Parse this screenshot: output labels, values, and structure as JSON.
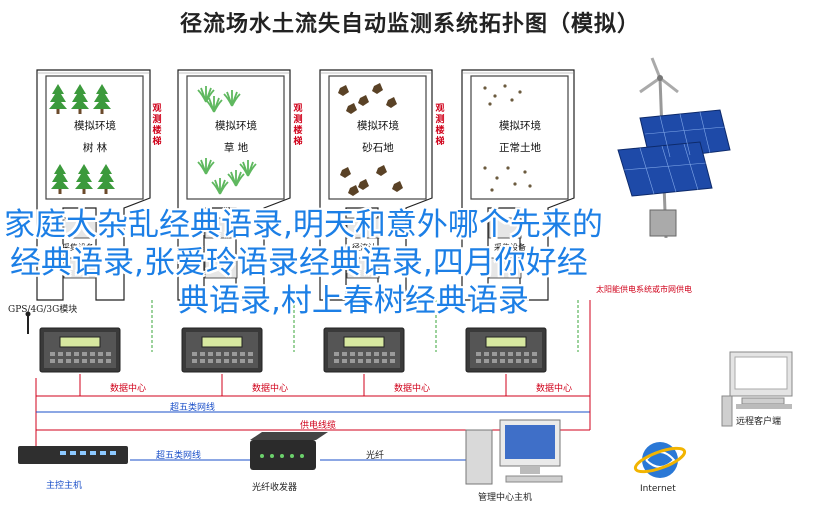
{
  "diagram": {
    "title": "径流场水土流失自动监测系统拓扑图（模拟）",
    "plots": [
      {
        "env": "模拟环境",
        "type": "树 林",
        "station": "观测楼梯"
      },
      {
        "env": "模拟环境",
        "type": "草 地",
        "station": "观测楼梯"
      },
      {
        "env": "模拟环境",
        "type": "砂石地",
        "station": "观测楼梯"
      },
      {
        "env": "模拟环境",
        "type": "正常土地",
        "station": ""
      }
    ],
    "sensor_labels": [
      "采集设备",
      "径流计",
      "采集设备"
    ],
    "gps_module": "GPS/4G/3G模块",
    "data_centers": [
      "数据中心",
      "数据中心",
      "数据中心",
      "数据中心"
    ],
    "solar_label": "太阳能供电系统或市网供电",
    "cat5_line_1": "超五类网线",
    "power_line": "供电线缆",
    "cat5_line_2": "超五类网线",
    "fiber": "光纤",
    "main_controller": "主控主机",
    "transceiver": "光纤收发器",
    "management_host": "管理中心主机",
    "internet": "Internet",
    "remote_client": "远程客户端",
    "colors": {
      "red": "#d0021b",
      "blue": "#1a4fc8",
      "overlay": "#1c7fe6",
      "tree": "#3c9a3c",
      "panel": "#1e4aa8"
    }
  },
  "overlay": {
    "line1": "家庭大杂乱经典语录,明天和意外哪个先来的",
    "line2": "经典语录,张爱玲语录经典语录,四月你好经",
    "line3": "典语录,村上春树经典语录"
  }
}
